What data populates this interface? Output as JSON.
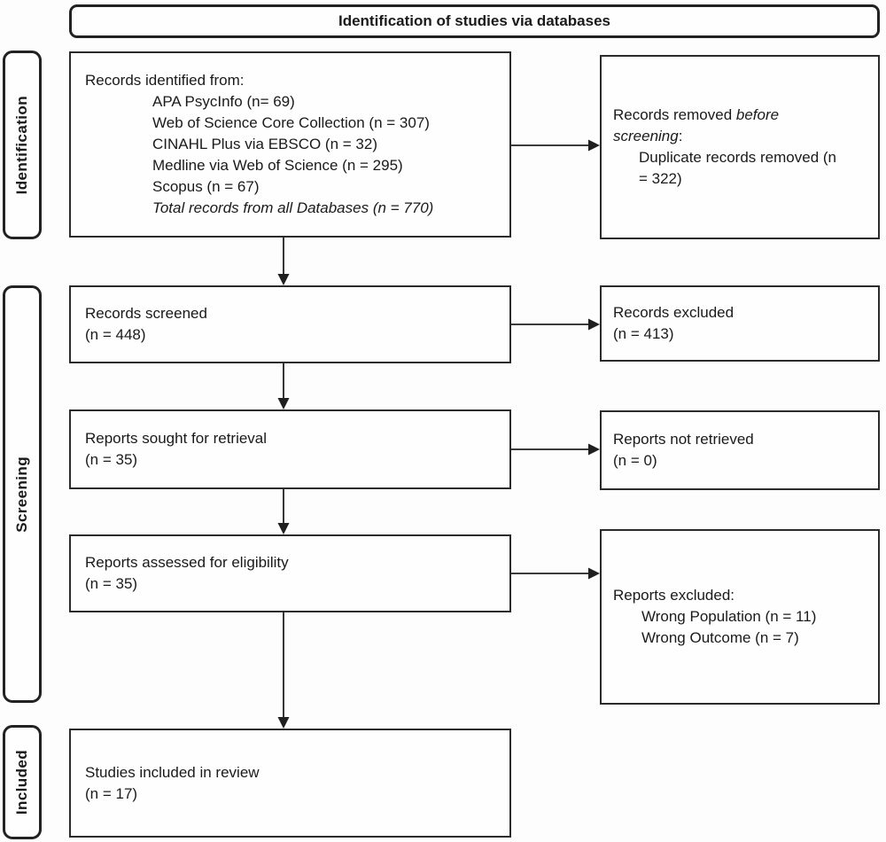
{
  "header": {
    "title": "Identification of studies via databases"
  },
  "sidebar": {
    "stages": [
      {
        "label": "Identification"
      },
      {
        "label": "Screening"
      },
      {
        "label": "Included"
      }
    ]
  },
  "boxes": {
    "identified": {
      "intro": "Records identified from:",
      "items": [
        "APA PsycInfo (n= 69)",
        "Web of Science Core Collection (n = 307)",
        "CINAHL Plus via EBSCO (n = 32)",
        "Medline via Web of Science (n = 295)",
        "Scopus (n = 67)"
      ],
      "total": "Total records from all Databases (n = 770)"
    },
    "removed": {
      "line_pre": "Records removed ",
      "line_italic": "before screening",
      "line_post": ":",
      "item": "Duplicate records removed (n = 322)"
    },
    "screened": {
      "line1": "Records screened",
      "line2": "(n = 448)"
    },
    "records_excluded": {
      "line1": "Records excluded",
      "line2": "(n = 413)"
    },
    "sought": {
      "line1": "Reports sought for retrieval",
      "line2": "(n = 35)"
    },
    "not_retrieved": {
      "line1": "Reports not retrieved",
      "line2": "(n = 0)"
    },
    "assessed": {
      "line1": "Reports assessed for eligibility",
      "line2": "(n = 35)"
    },
    "reports_excluded": {
      "intro": "Reports excluded:",
      "items": [
        "Wrong Population (n = 11)",
        "Wrong Outcome (n = 7)"
      ]
    },
    "included": {
      "line1": "Studies included in review",
      "line2": "(n = 17)"
    }
  },
  "colors": {
    "ink": "#1f1f1f",
    "box_fill": "#fefefe",
    "background": "#fdfdfd"
  }
}
